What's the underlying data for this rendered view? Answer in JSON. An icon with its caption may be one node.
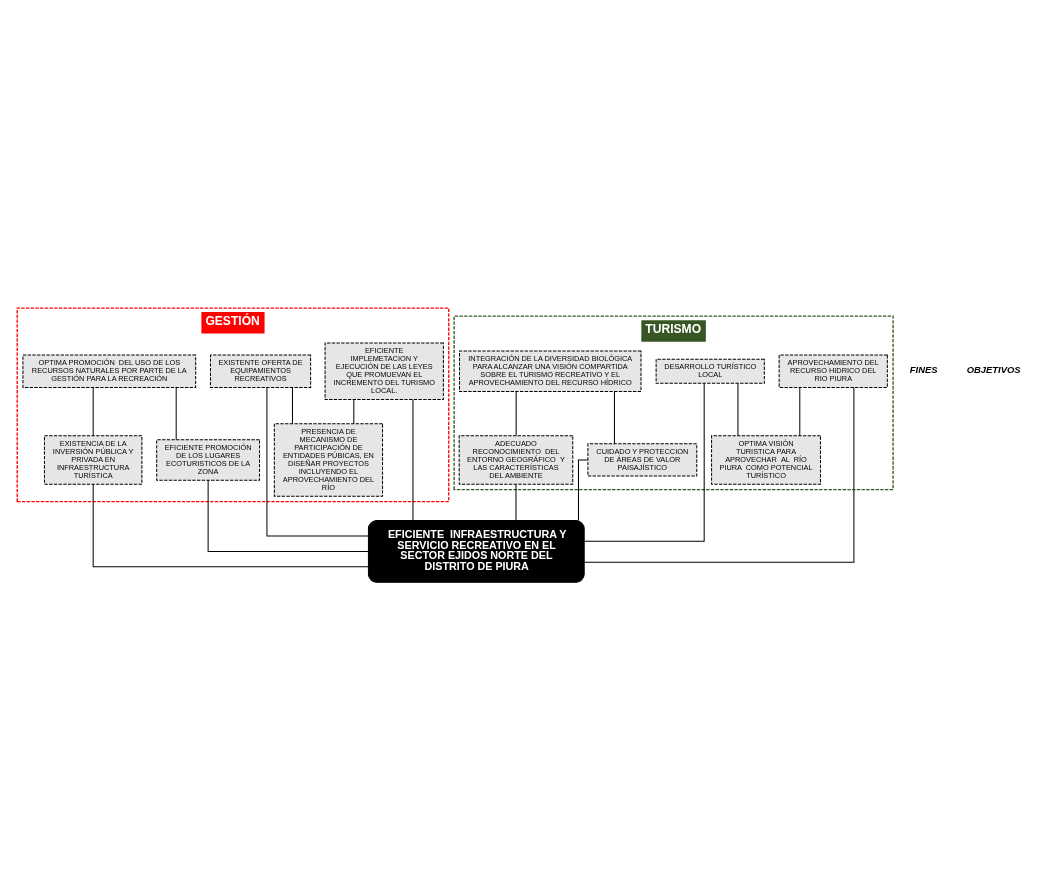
{
  "diagram": {
    "nodes": [
      {
        "text": [
          "GESTIÓN"
        ]
      },
      {
        "text": [
          "TURISMO"
        ]
      },
      {
        "text": [
          "OPTIMA PROMOCIÓN  DEL USO DE LOS RECURSOS NATURALES POR PARTE DE LA GESTIÓN PARA LA RECREACIÓN"
        ],
        "in": 0
      },
      {
        "text": [
          "EXISTENCIA DE LA INVERSIÓN PÚBLICA Y PRIVADA EN INFRAESTRUCTURA TURÍSTICA"
        ],
        "in": 0
      },
      {
        "text": [
          "EFICIENTE PROMOCIÓN  DE LOS LUGARES ECOTURISTICOS DE LA ZONA"
        ],
        "in": 0
      },
      {
        "text": [
          "INTEGRACIÓN DE LA DIVERSIDAD BIOLÓGICA PARA ALCANZAR UNA VISIÓN COMPARTIDA SOBRE EL TURISMO RECREATIVO Y EL APROVECHAMIENTO DEL RECURSO HÍDRICO"
        ],
        "in": 1
      },
      {
        "text": [
          "ADECUADO RECONOCIMIENTO  DEL ENTORNO GEOGRÁFICO  Y LAS CARACTERÍSTICAS DEL AMBIENTE"
        ],
        "in": 1
      },
      {
        "text": [
          "CUIDADO Y PROTECCION DE ÁREAS DE VALOR PAISAJÍSTICO"
        ],
        "in": 1
      },
      {
        "text": [
          "EFICIENTE  INFRAESTRUCTURA Y SERVICIO RECREATIVO EN EL SECTOR EJIDOS NORTE DEL DISTRITO DE PIURA"
        ]
      },
      {
        "text": [
          "EXISTENTE OFERTA DE EQUIPAMIENTOS RECREATIVOS"
        ],
        "in": 0
      },
      {
        "text": [
          "EFICIENTE IMPLEMETACION Y EJECUCIÓN DE LAS LEYES  QUE PROMUEVAN EL INCREMENTO DEL TURISMO LOCAL."
        ],
        "in": 0
      },
      {
        "text": [
          "PRESENCIA DE  MECANISMO DE PARTICIPACIÓN DE ENTIDADES PÚBICAS, EN DISEÑAR PROYECTOS INCLUYENDO EL APROVECHAMIENTO DEL RÍO"
        ],
        "in": 0
      },
      {
        "text": [
          "DESARROLLO TURÍSTICO LOCAL"
        ],
        "in": 1
      },
      {
        "text": [
          "APROVECHAMIENTO DEL RECURSO HIDRICO DEL RIO PIURA"
        ],
        "in": 1
      },
      {
        "text": [
          "OPTIMA VISIÓN TURISTICA PARA APROVECHAR  AL  RÍO PIURA  COMO POTENCIAL TURÍSTICO"
        ],
        "in": 1
      }
    ],
    "edges": [
      {
        "from": 2,
        "to": 3,
        "arrow": "none"
      },
      {
        "from": 2,
        "to": 4,
        "arrow": "none"
      },
      {
        "from": 5,
        "to": 6,
        "arrow": "none"
      },
      {
        "from": 5,
        "to": 7,
        "arrow": "none"
      },
      {
        "from": 3,
        "to": 8,
        "arrow": "none"
      },
      {
        "from": 4,
        "to": 8,
        "arrow": "none"
      },
      {
        "from": 6,
        "to": 8,
        "arrow": "none"
      },
      {
        "from": 7,
        "to": 8,
        "arrow": "none"
      },
      {
        "from": 8,
        "to": 9,
        "arrow": "none"
      },
      {
        "from": 8,
        "to": 10,
        "arrow": "none"
      },
      {
        "from": 8,
        "to": 12,
        "arrow": "none"
      },
      {
        "from": 8,
        "to": 13,
        "arrow": "none"
      },
      {
        "from": 9,
        "to": 11,
        "arrow": "none"
      },
      {
        "from": 10,
        "to": 11,
        "arrow": "none"
      },
      {
        "from": 12,
        "to": 14,
        "arrow": "none"
      },
      {
        "from": 13,
        "to": 14,
        "arrow": "none"
      }
    ],
    "labels": [
      "FINES",
      "OBJETIVOS"
    ]
  }
}
